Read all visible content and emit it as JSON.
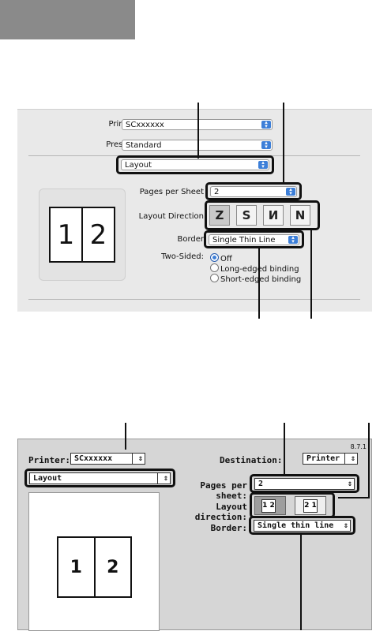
{
  "dialog1": {
    "printer_label": "Printer:",
    "printer_value": "SCxxxxxx",
    "presets_label": "Presets:",
    "presets_value": "Standard",
    "panel_value": "Layout",
    "preview_numbers": [
      "1",
      "2"
    ],
    "pages_per_sheet_label": "Pages per Sheet",
    "pages_per_sheet_value": "2",
    "layout_direction_label": "Layout Direction",
    "layout_direction_options": [
      "Z",
      "S",
      "И",
      "N"
    ],
    "border_label": "Border",
    "border_value": "Single Thin Line",
    "two_sided_label": "Two-Sided:",
    "two_sided_options": [
      "Off",
      "Long-edged binding",
      "Short-edged binding"
    ],
    "two_sided_selected": "Off"
  },
  "dialog2": {
    "version": "8.7.1",
    "printer_label": "Printer:",
    "printer_value": "SCxxxxxx",
    "destination_label": "Destination:",
    "destination_value": "Printer",
    "panel_value": "Layout",
    "preview_numbers": [
      "1",
      "2"
    ],
    "pages_per_sheet_label": "Pages per sheet:",
    "pages_per_sheet_value": "2",
    "layout_direction_label": "Layout direction:",
    "layout_direction_options": [
      "1 2",
      "2 1"
    ],
    "border_label": "Border:",
    "border_value": "Single thin line"
  },
  "colors": {
    "corner_block": "#8a8a8a",
    "aqua_accent": "#3d7fd8",
    "highlight_outline": "#111111"
  }
}
